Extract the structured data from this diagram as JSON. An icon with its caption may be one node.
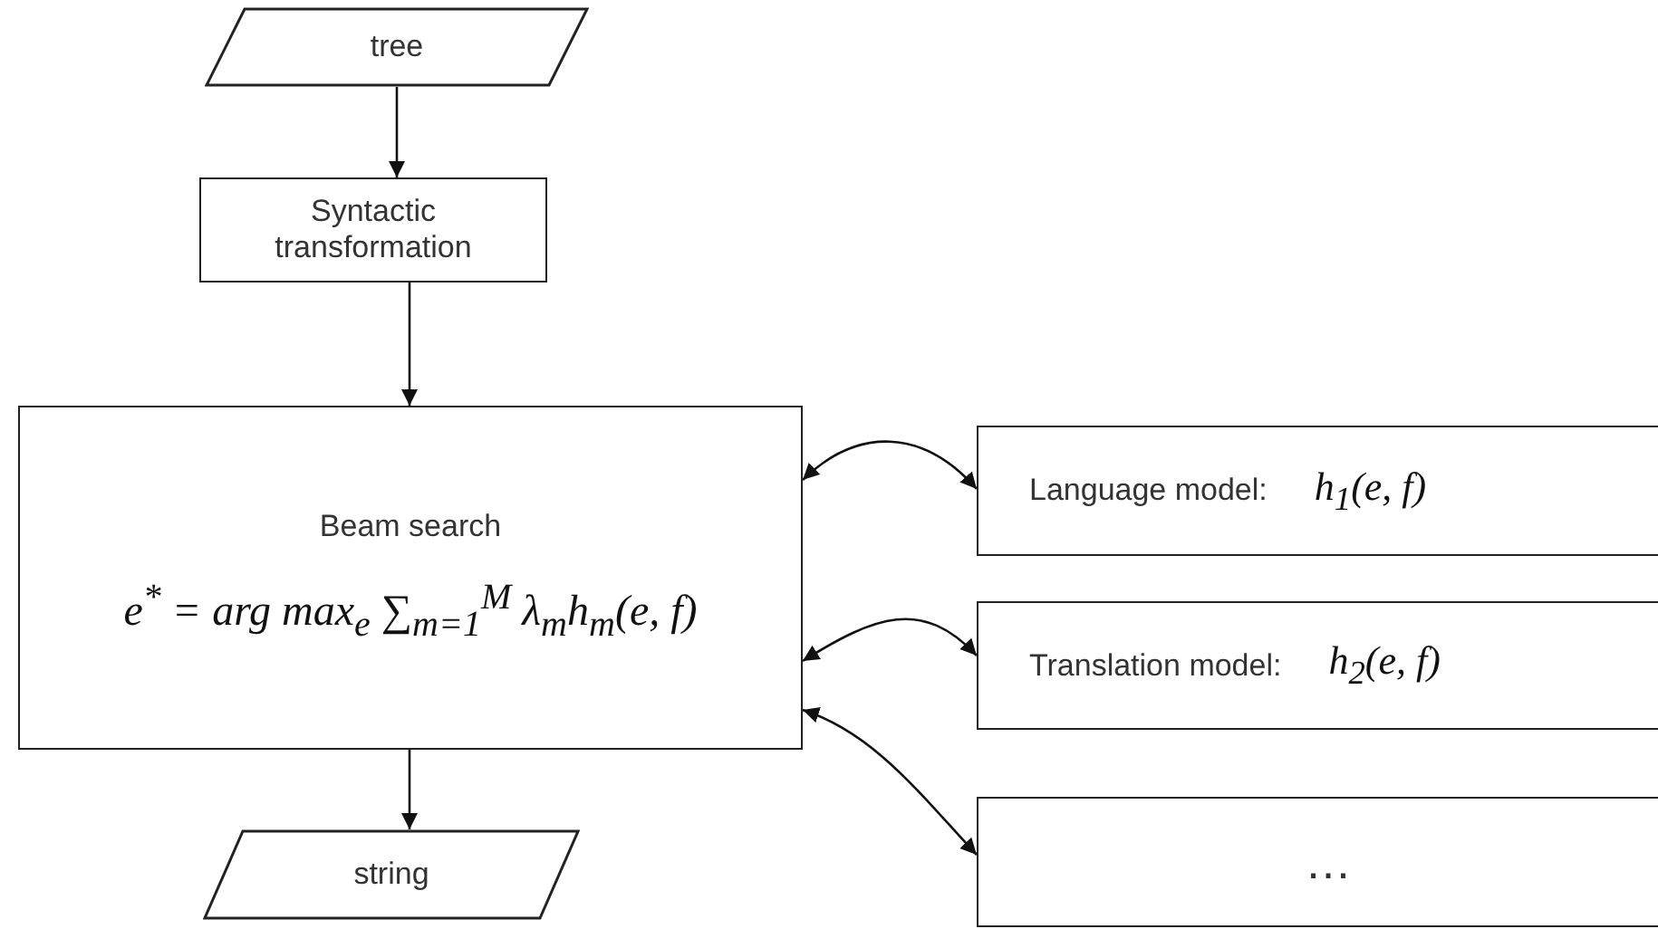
{
  "diagram": {
    "nodes": [
      {
        "text": [
          "tree"
        ]
      },
      {
        "text": [
          "Syntactic transformation"
        ]
      },
      {
        "text": [
          "Beam search",
          "e$^{*}$ = arg max$_{e}$ ∑$_{m=1}$$^{M}$ λ$_{m}$h$_{m}$(e, f)"
        ]
      },
      {
        "text": [
          "Language model:",
          "h$_{1}$(e, f)"
        ]
      },
      {
        "text": [
          "Translation model:",
          "h$_{2}$(e, f)"
        ]
      },
      {
        "text": [
          "…"
        ]
      },
      {
        "text": [
          "string"
        ]
      }
    ],
    "edges": [
      {
        "from": 0,
        "to": 1,
        "arrow": "to"
      },
      {
        "from": 1,
        "to": 2,
        "arrow": "to"
      },
      {
        "from": 2,
        "to": 6,
        "arrow": "to"
      },
      {
        "from": 2,
        "to": 3,
        "arrow": "both"
      },
      {
        "from": 2,
        "to": 4,
        "arrow": "both"
      },
      {
        "from": 2,
        "to": 5,
        "arrow": "both"
      }
    ]
  }
}
